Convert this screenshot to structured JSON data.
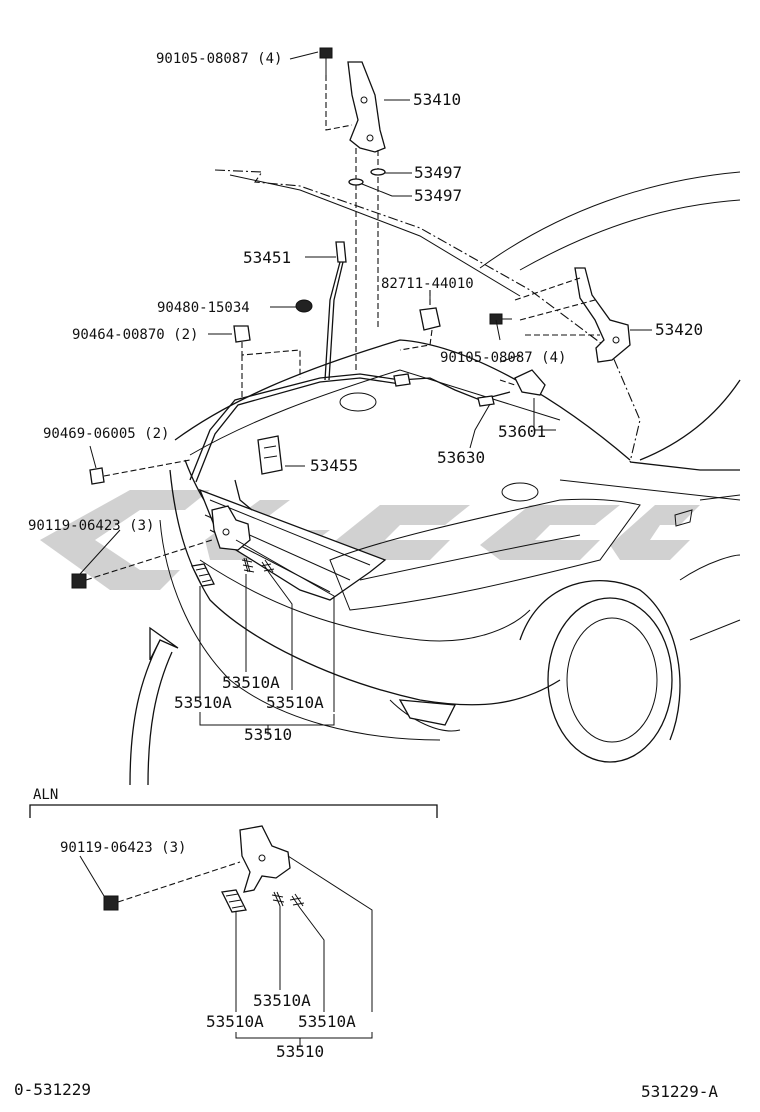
{
  "parts": {
    "p90105_top": "90105-08087 (4)",
    "p53410": "53410",
    "p53497a": "53497",
    "p53497b": "53497",
    "p53451": "53451",
    "p82711": "82711-44010",
    "p90480": "90480-15034",
    "p90464": "90464-00870 (2)",
    "p53420": "53420",
    "p90105_mid": "90105-08087 (4)",
    "p90469": "90469-06005 (2)",
    "p53601": "53601",
    "p53455": "53455",
    "p53630": "53630",
    "p90119_main": "90119-06423 (3)",
    "p53510A_1": "53510A",
    "p53510A_2": "53510A",
    "p53510A_3": "53510A",
    "p53510": "53510"
  },
  "variant": {
    "title": "ALN",
    "p90119": "90119-06423 (3)",
    "p53510A_1": "53510A",
    "p53510A_2": "53510A",
    "p53510A_3": "53510A",
    "p53510": "53510"
  },
  "footer": {
    "left_code": "0-531229",
    "right_code": "531229-A"
  }
}
